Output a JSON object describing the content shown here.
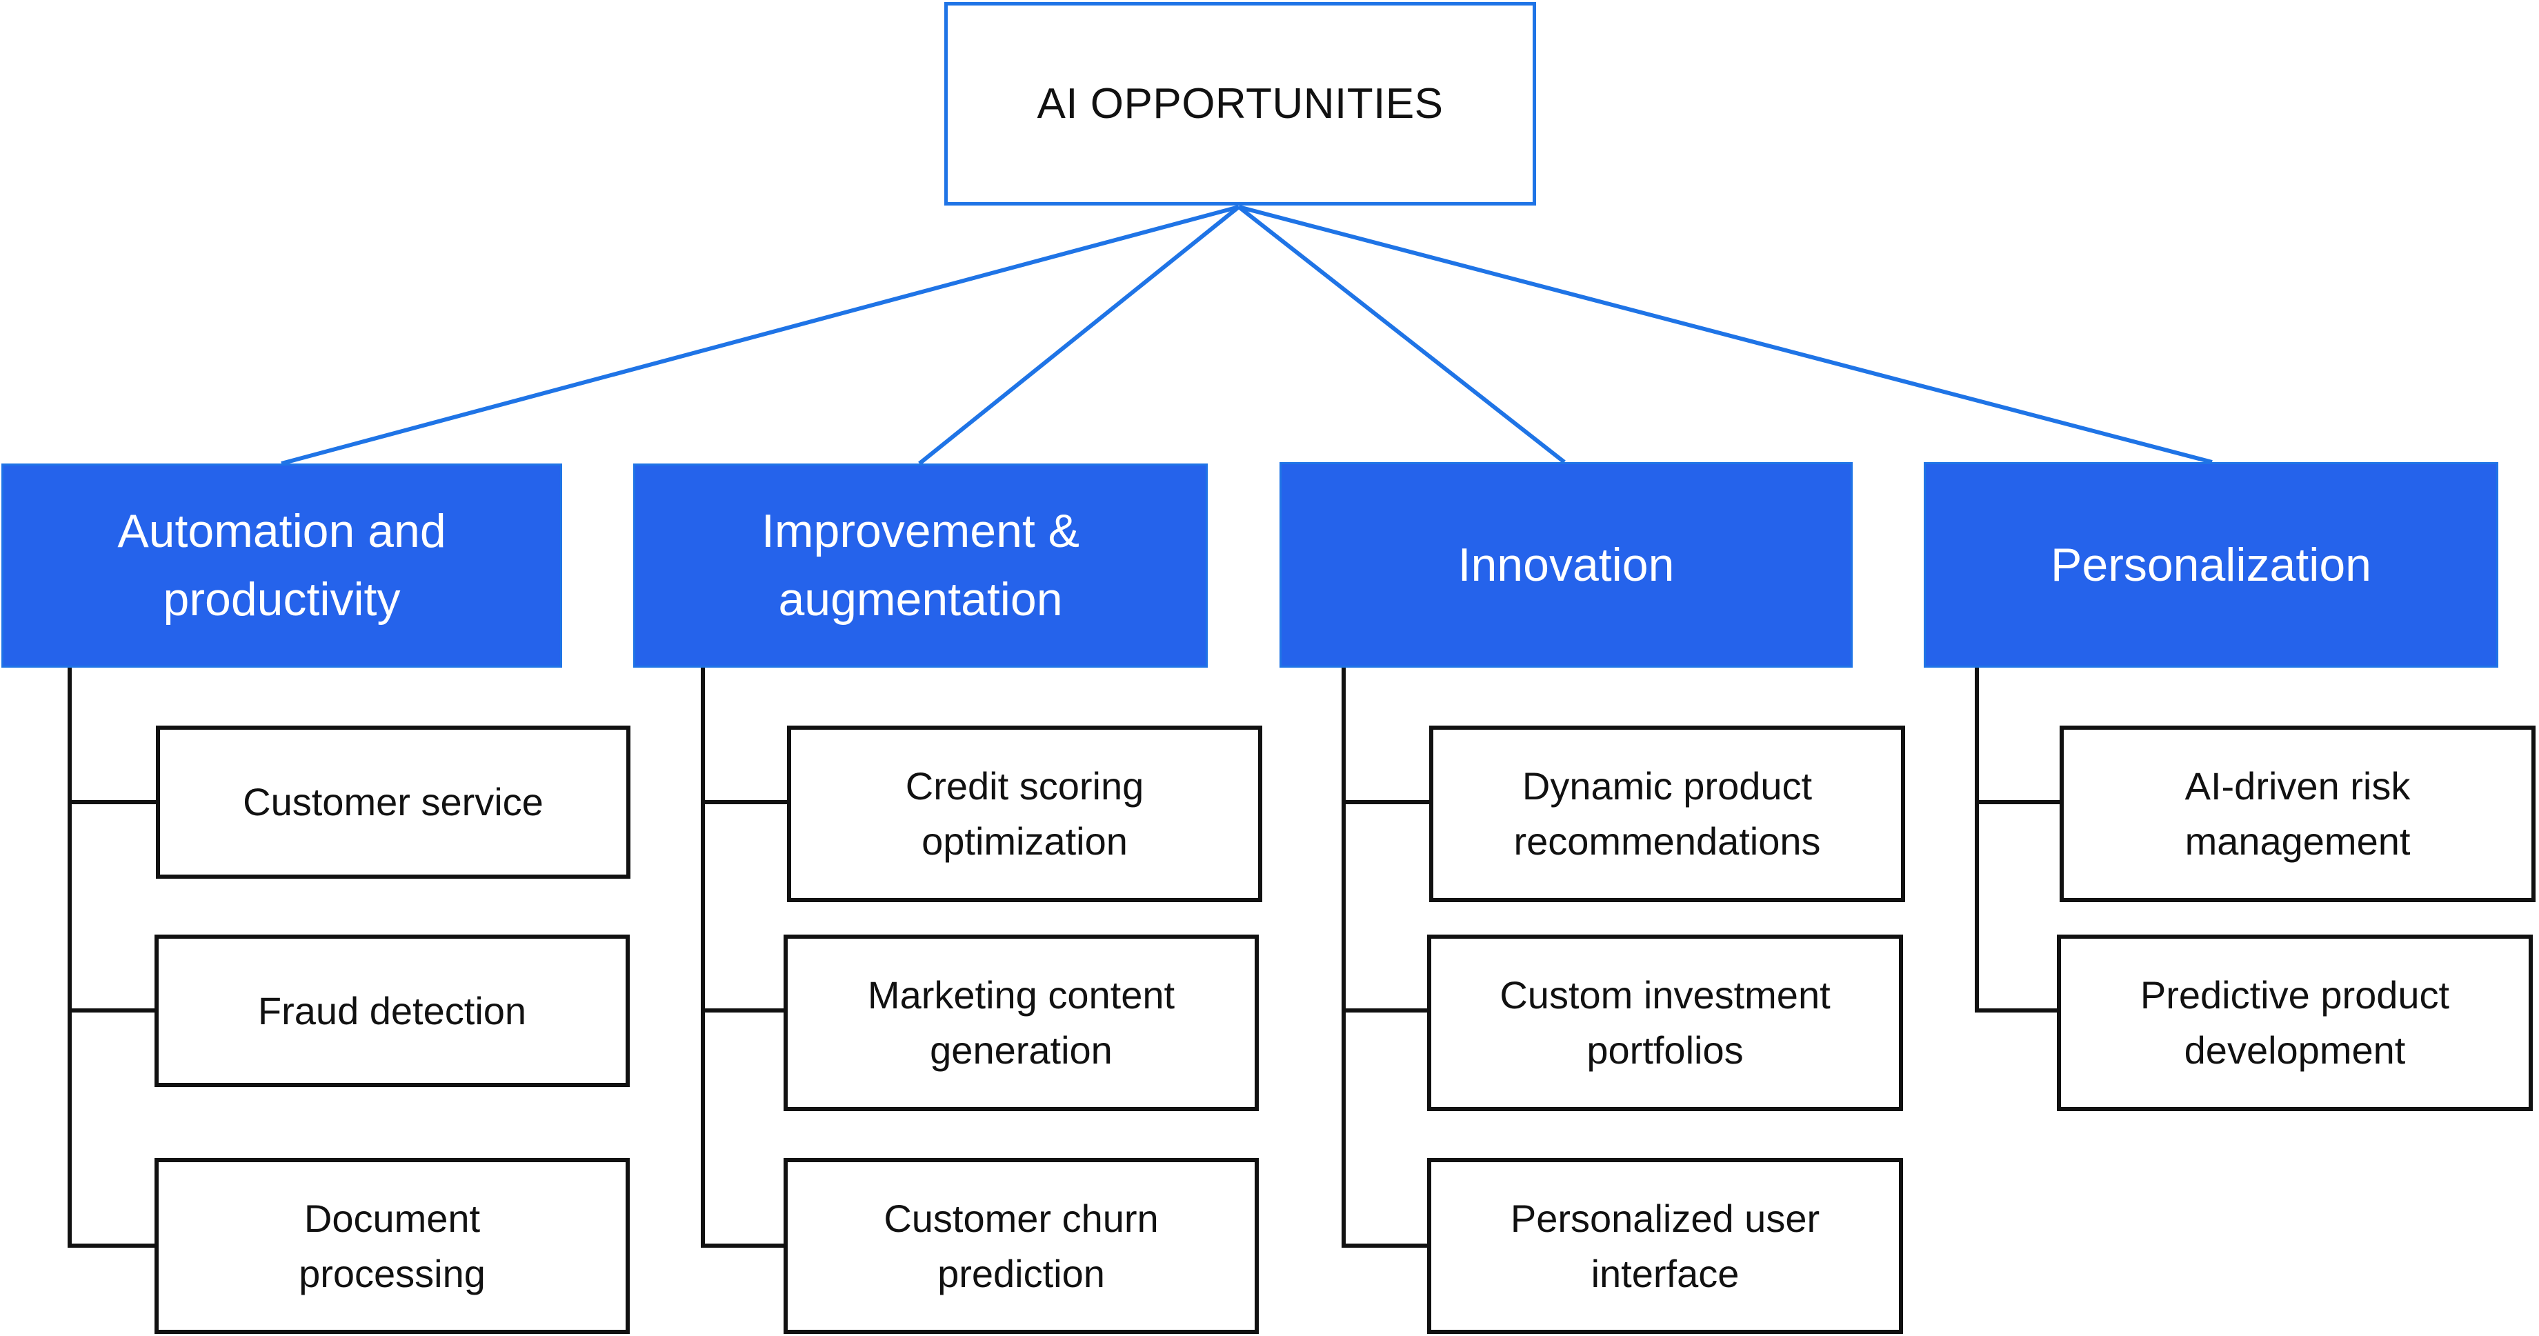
{
  "root": {
    "label": "AI OPPORTUNITIES"
  },
  "colors": {
    "accent": "#2563eb",
    "line_blue": "#1f74e6",
    "leaf_border": "#111111"
  },
  "categories": [
    {
      "label": "Automation and\nproductivity",
      "items": [
        "Customer service",
        "Fraud detection",
        "Document\nprocessing"
      ]
    },
    {
      "label": "Improvement &\naugmentation",
      "items": [
        "Credit scoring\noptimization",
        "Marketing content\ngeneration",
        "Customer churn\nprediction"
      ]
    },
    {
      "label": "Innovation",
      "items": [
        "Dynamic product\nrecommendations",
        "Custom investment\nportfolios",
        "Personalized user\ninterface"
      ]
    },
    {
      "label": "Personalization",
      "items": [
        "AI-driven risk\nmanagement",
        "Predictive product\ndevelopment"
      ]
    }
  ]
}
